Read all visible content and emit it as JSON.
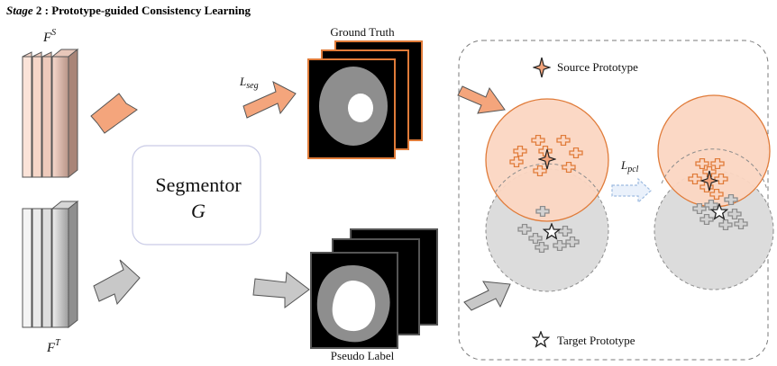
{
  "title": {
    "stage_word": "Stage",
    "stage_rest": " 2 : Prototype-guided Consistency Learning"
  },
  "features": {
    "source_symbol": "F",
    "source_sup": "S",
    "target_symbol": "F",
    "target_sup": "T"
  },
  "segmentor": {
    "name": "Segmentor",
    "symbol": "G"
  },
  "labels": {
    "ground_truth": "Ground Truth",
    "pseudo_label": "Pseudo Label"
  },
  "losses": {
    "seg_main": "L",
    "seg_sub": "seg",
    "pcl_main": "L",
    "pcl_sub": "pcl"
  },
  "legend": {
    "source_prototype": "Source Prototype",
    "target_prototype": "Target Prototype"
  },
  "colors": {
    "source_fill": "#fbd6c2",
    "source_stroke": "#e07b39",
    "target_fill": "#dcdcdc",
    "target_stroke": "#8c8c8c",
    "arrow_orange": "#f4a57c",
    "arrow_gray": "#c8c8c8",
    "dashed_arrow": "#9dbbe0"
  }
}
